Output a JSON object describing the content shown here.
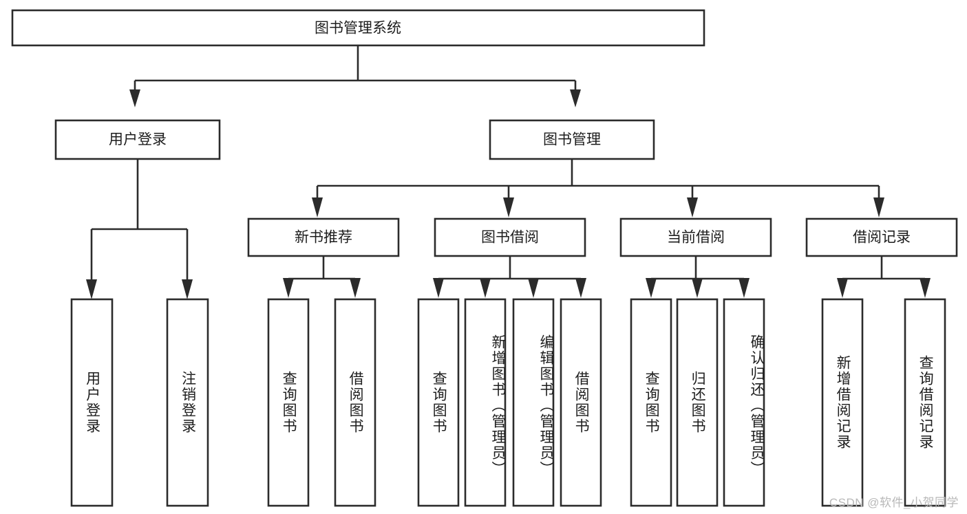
{
  "diagram": {
    "type": "tree",
    "title": "图书管理系统",
    "watermark": "CSDN @软件_小贺同学",
    "colors": {
      "stroke": "#2b2b2b",
      "fill": "#ffffff",
      "text": "#1d1d1d",
      "watermark": "#b8b8b8",
      "background": "#ffffff"
    },
    "levels": {
      "root": {
        "label": "图书管理系统"
      },
      "level2": [
        {
          "id": "user-login",
          "label": "用户登录"
        },
        {
          "id": "book-manage",
          "label": "图书管理"
        }
      ],
      "level3": [
        {
          "id": "new-book-recommend",
          "label": "新书推荐"
        },
        {
          "id": "book-borrow",
          "label": "图书借阅"
        },
        {
          "id": "current-borrow",
          "label": "当前借阅"
        },
        {
          "id": "borrow-record",
          "label": "借阅记录"
        }
      ],
      "leaves": [
        {
          "id": "leaf-user-login",
          "label": "用户登录",
          "parent": "user-login"
        },
        {
          "id": "leaf-logout-login",
          "label": "注销登录",
          "parent": "user-login"
        },
        {
          "id": "leaf-query-book-1",
          "label": "查询图书",
          "parent": "new-book-recommend"
        },
        {
          "id": "leaf-borrow-book-1",
          "label": "借阅图书",
          "parent": "new-book-recommend"
        },
        {
          "id": "leaf-query-book-2",
          "label": "查询图书",
          "parent": "book-borrow"
        },
        {
          "id": "leaf-add-book-admin",
          "label": "新增图书（管理员）",
          "parent": "book-borrow"
        },
        {
          "id": "leaf-edit-book-admin",
          "label": "编辑图书（管理员）",
          "parent": "book-borrow"
        },
        {
          "id": "leaf-borrow-book-2",
          "label": "借阅图书",
          "parent": "book-borrow"
        },
        {
          "id": "leaf-query-book-3",
          "label": "查询图书",
          "parent": "current-borrow"
        },
        {
          "id": "leaf-return-book",
          "label": "归还图书",
          "parent": "current-borrow"
        },
        {
          "id": "leaf-confirm-return-admin",
          "label": "确认归还（管理员）",
          "parent": "current-borrow"
        },
        {
          "id": "leaf-add-borrow-record",
          "label": "新增借阅记录",
          "parent": "borrow-record"
        },
        {
          "id": "leaf-query-borrow-record",
          "label": "查询借阅记录",
          "parent": "borrow-record"
        }
      ]
    }
  }
}
